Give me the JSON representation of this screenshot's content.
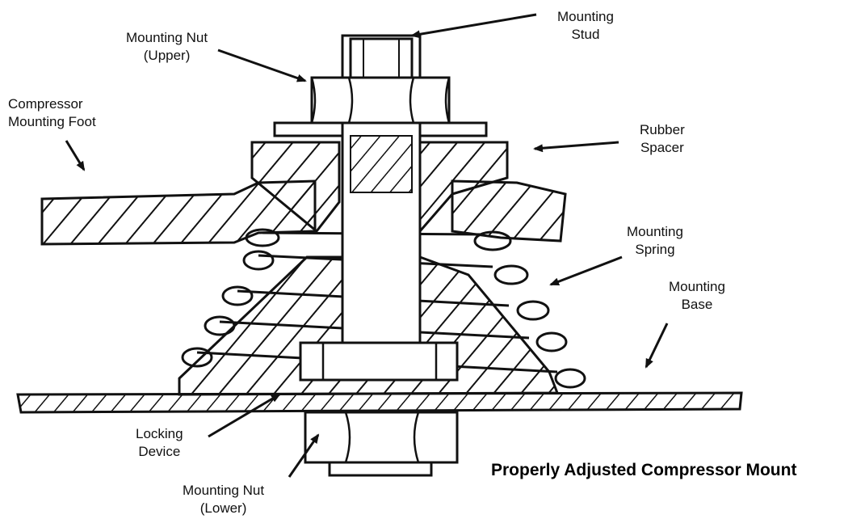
{
  "title": "Properly Adjusted Compressor Mount",
  "labels": {
    "mounting_stud": [
      "Mounting",
      "Stud"
    ],
    "mounting_nut_upper": [
      "Mounting Nut",
      "(Upper)"
    ],
    "compressor_mounting_foot": [
      "Compressor",
      "Mounting Foot"
    ],
    "rubber_spacer": [
      "Rubber",
      "Spacer"
    ],
    "mounting_spring": [
      "Mounting",
      "Spring"
    ],
    "mounting_base": [
      "Mounting",
      "Base"
    ],
    "locking_device": [
      "Locking",
      "Device"
    ],
    "mounting_nut_lower": [
      "Mounting Nut",
      "(Lower)"
    ]
  },
  "colors": {
    "ink": "#111111",
    "paper": "#ffffff"
  }
}
